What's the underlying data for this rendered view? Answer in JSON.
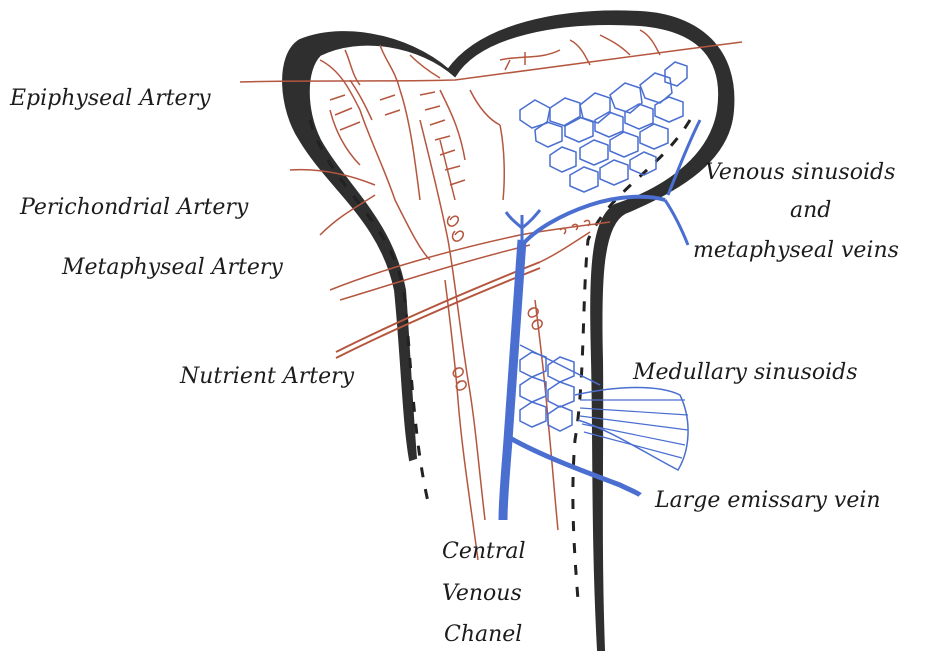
{
  "labels": {
    "epiphyseal_artery": "Epiphyseal Artery",
    "perichondrial_artery": "Perichondrial Artery",
    "metaphyseal_artery": "Metaphyseal Artery",
    "nutrient_artery": "Nutrient Artery",
    "venous_sinusoids_1": "Venous sinusoids",
    "venous_sinusoids_2": "and",
    "venous_sinusoids_3": "metaphyseal veins",
    "medullary_sinusoids": "Medullary sinusoids",
    "large_emissary_vein": "Large emissary vein",
    "central_venous_1": "Central",
    "central_venous_2": "Venous",
    "central_venous_3": "Chanel"
  },
  "colors": {
    "cortex": "#2f2f2f",
    "artery": "#b5563f",
    "vein": "#4a6fd0",
    "text": "#1c1c1c"
  }
}
